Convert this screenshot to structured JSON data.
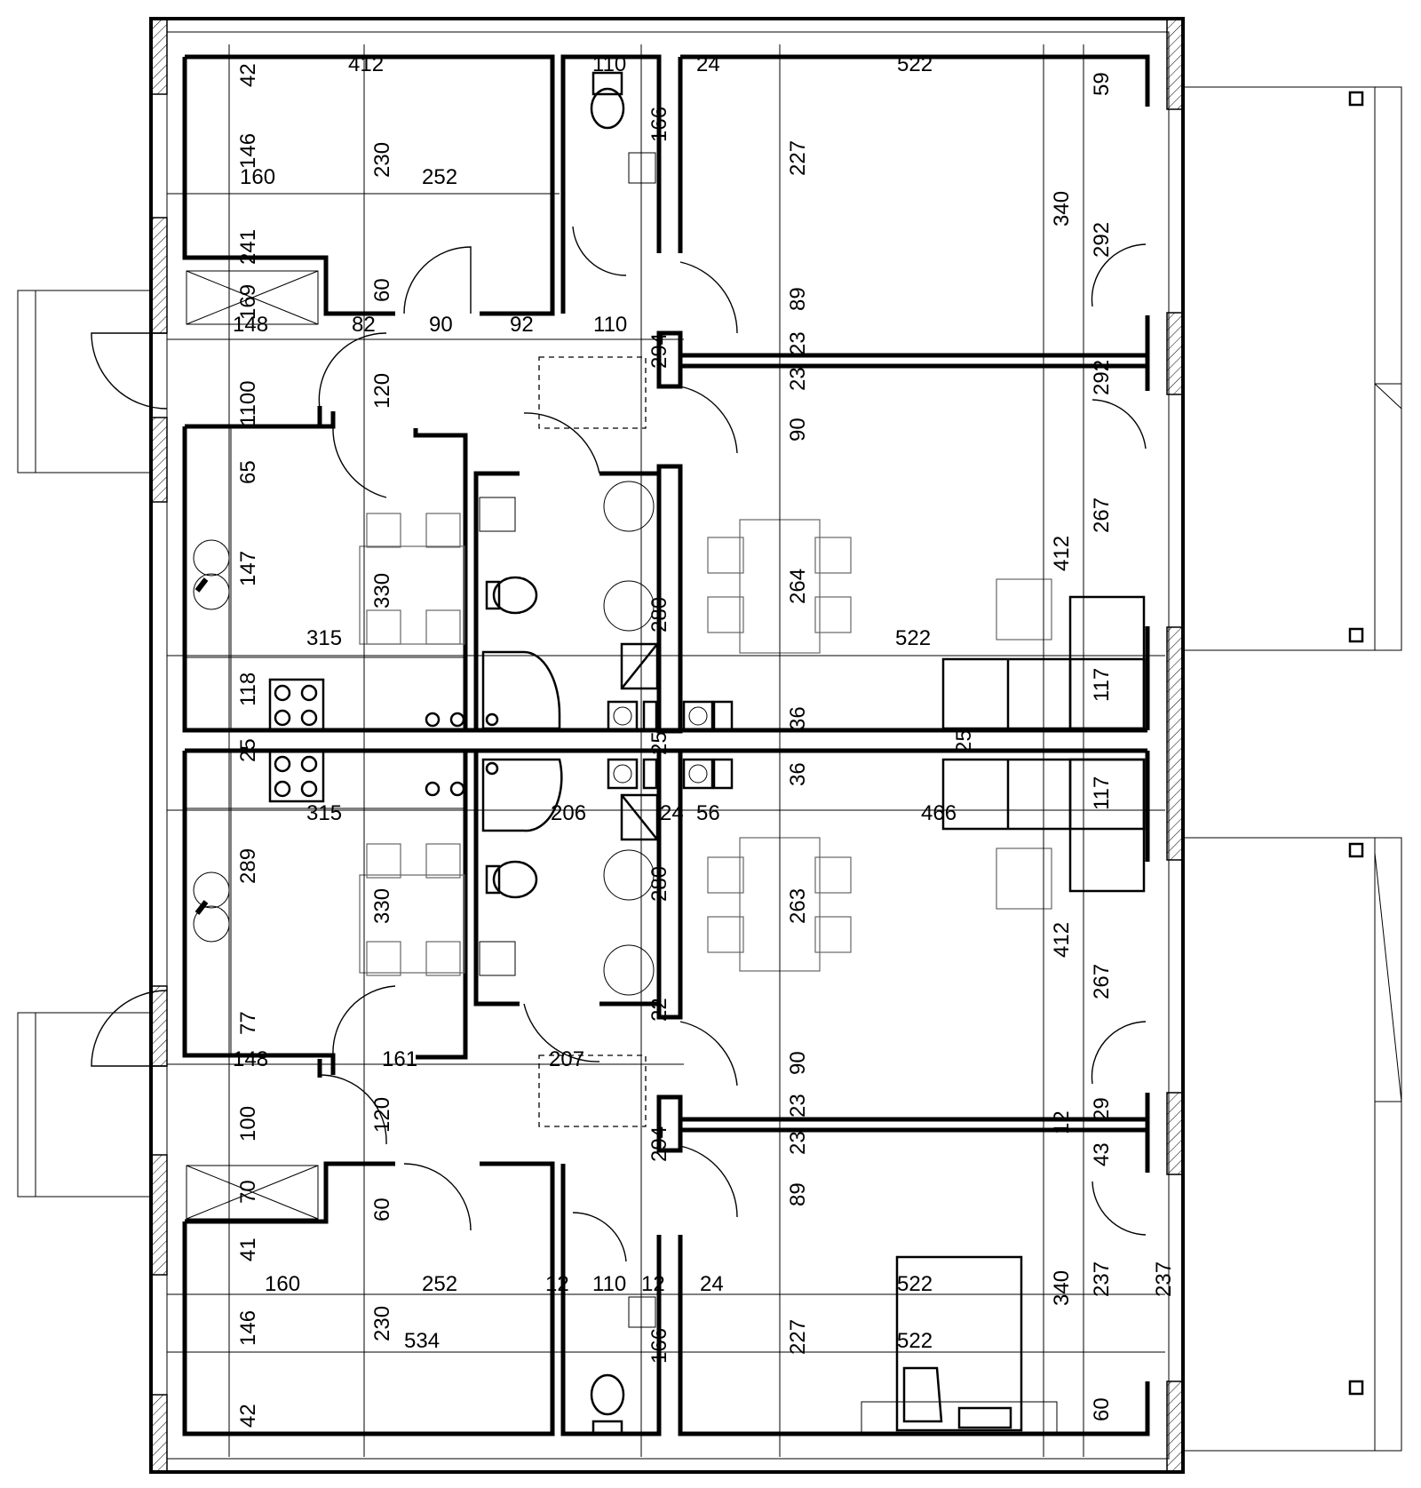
{
  "plan": {
    "dimension_labels": [
      {
        "id": "d-412-top",
        "text": "412"
      },
      {
        "id": "d-110-top",
        "text": "110"
      },
      {
        "id": "d-24-top",
        "text": "24"
      },
      {
        "id": "d-522-top",
        "text": "522"
      },
      {
        "id": "d-160-top",
        "text": "160"
      },
      {
        "id": "d-252-top",
        "text": "252"
      },
      {
        "id": "d-148",
        "text": "148"
      },
      {
        "id": "d-82",
        "text": "82"
      },
      {
        "id": "d-90-h1",
        "text": "90"
      },
      {
        "id": "d-92",
        "text": "92"
      },
      {
        "id": "d-110-mid",
        "text": "110"
      },
      {
        "id": "d-315-top",
        "text": "315"
      },
      {
        "id": "d-522-mid",
        "text": "522"
      },
      {
        "id": "d-315-bot",
        "text": "315"
      },
      {
        "id": "d-206",
        "text": "206"
      },
      {
        "id": "d-24-mid",
        "text": "24"
      },
      {
        "id": "d-56",
        "text": "56"
      },
      {
        "id": "d-466",
        "text": "466"
      },
      {
        "id": "d-148-b",
        "text": "148"
      },
      {
        "id": "d-161",
        "text": "161"
      },
      {
        "id": "d-207",
        "text": "207"
      },
      {
        "id": "d-160-bot",
        "text": "160"
      },
      {
        "id": "d-252-bot",
        "text": "252"
      },
      {
        "id": "d-12",
        "text": "12"
      },
      {
        "id": "d-110-bot",
        "text": "110"
      },
      {
        "id": "d-12-b",
        "text": "12"
      },
      {
        "id": "d-24-bot",
        "text": "24"
      },
      {
        "id": "d-522-bot1",
        "text": "522"
      },
      {
        "id": "d-534",
        "text": "534"
      },
      {
        "id": "d-522-bot2",
        "text": "522"
      },
      {
        "id": "v-42-top",
        "text": "42"
      },
      {
        "id": "v-146-top",
        "text": "146"
      },
      {
        "id": "v-241",
        "text": "241"
      },
      {
        "id": "v-169",
        "text": "169"
      },
      {
        "id": "v-1100",
        "text": "1100"
      },
      {
        "id": "v-65",
        "text": "65"
      },
      {
        "id": "v-147",
        "text": "147"
      },
      {
        "id": "v-118",
        "text": "118"
      },
      {
        "id": "v-25-l",
        "text": "25"
      },
      {
        "id": "v-289",
        "text": "289"
      },
      {
        "id": "v-77",
        "text": "77"
      },
      {
        "id": "v-100-b",
        "text": "100"
      },
      {
        "id": "v-70",
        "text": "70"
      },
      {
        "id": "v-41",
        "text": "41"
      },
      {
        "id": "v-146-bot",
        "text": "146"
      },
      {
        "id": "v-42-bot",
        "text": "42"
      },
      {
        "id": "v-230-top",
        "text": "230"
      },
      {
        "id": "v-60-top",
        "text": "60"
      },
      {
        "id": "v-120-top",
        "text": "120"
      },
      {
        "id": "v-330-top",
        "text": "330"
      },
      {
        "id": "v-330-bot",
        "text": "330"
      },
      {
        "id": "v-120-bot",
        "text": "120"
      },
      {
        "id": "v-60-bot",
        "text": "60"
      },
      {
        "id": "v-230-bot",
        "text": "230"
      },
      {
        "id": "v-166-top",
        "text": "166"
      },
      {
        "id": "v-294-top",
        "text": "294"
      },
      {
        "id": "v-280-top",
        "text": "280"
      },
      {
        "id": "v-25-m",
        "text": "25"
      },
      {
        "id": "v-280-bot",
        "text": "280"
      },
      {
        "id": "v-22",
        "text": "22"
      },
      {
        "id": "v-294-bot",
        "text": "294"
      },
      {
        "id": "v-166-bot",
        "text": "166"
      },
      {
        "id": "v-227-top",
        "text": "227"
      },
      {
        "id": "v-89-top",
        "text": "89"
      },
      {
        "id": "v-23-a",
        "text": "23"
      },
      {
        "id": "v-23-b",
        "text": "23"
      },
      {
        "id": "v-90-top",
        "text": "90"
      },
      {
        "id": "v-264",
        "text": "264"
      },
      {
        "id": "v-36-a",
        "text": "36"
      },
      {
        "id": "v-36-b",
        "text": "36"
      },
      {
        "id": "v-263",
        "text": "263"
      },
      {
        "id": "v-90-bot",
        "text": "90"
      },
      {
        "id": "v-23-c",
        "text": "23"
      },
      {
        "id": "v-23-d",
        "text": "23"
      },
      {
        "id": "v-89-bot",
        "text": "89"
      },
      {
        "id": "v-227-bot",
        "text": "227"
      },
      {
        "id": "v-340-top",
        "text": "340"
      },
      {
        "id": "v-412-top",
        "text": "412"
      },
      {
        "id": "v-412-bot",
        "text": "412"
      },
      {
        "id": "v-12-r",
        "text": "12"
      },
      {
        "id": "v-340-bot",
        "text": "340"
      },
      {
        "id": "v-59",
        "text": "59"
      },
      {
        "id": "v-292-a",
        "text": "292"
      },
      {
        "id": "v-292-b",
        "text": "292"
      },
      {
        "id": "v-267-top",
        "text": "267"
      },
      {
        "id": "v-117-a",
        "text": "117"
      },
      {
        "id": "v-25-r",
        "text": "25"
      },
      {
        "id": "v-117-b",
        "text": "117"
      },
      {
        "id": "v-267-bot",
        "text": "267"
      },
      {
        "id": "v-29",
        "text": "29"
      },
      {
        "id": "v-43",
        "text": "43"
      },
      {
        "id": "v-237-a",
        "text": "237"
      },
      {
        "id": "v-237-b",
        "text": "237"
      },
      {
        "id": "v-60-r",
        "text": "60"
      }
    ]
  }
}
